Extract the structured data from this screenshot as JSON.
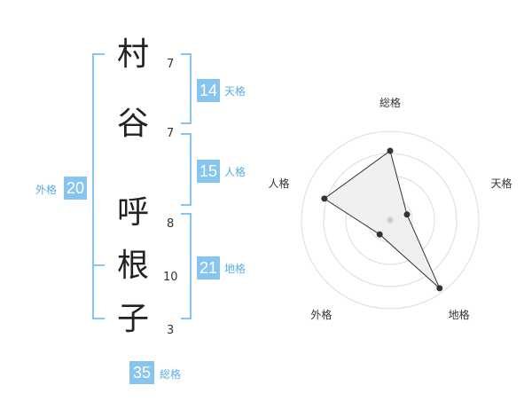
{
  "name": {
    "chars": [
      {
        "char": "村",
        "strokes": "7"
      },
      {
        "char": "谷",
        "strokes": "7"
      },
      {
        "char": "呼",
        "strokes": "8"
      },
      {
        "char": "根",
        "strokes": "10"
      },
      {
        "char": "子",
        "strokes": "3"
      }
    ]
  },
  "fortunes": {
    "ten": {
      "label": "天格",
      "value": "14"
    },
    "jin": {
      "label": "人格",
      "value": "15"
    },
    "chi": {
      "label": "地格",
      "value": "21"
    },
    "gai": {
      "label": "外格",
      "value": "20"
    },
    "sou": {
      "label": "総格",
      "value": "35"
    }
  },
  "colors": {
    "accent": "#86c5ee",
    "label": "#5aaee0"
  },
  "chart_data": {
    "type": "radar",
    "axes": [
      "総格",
      "天格",
      "地格",
      "外格",
      "人格"
    ],
    "values": [
      0.78,
      0.2,
      0.95,
      0.2,
      0.78
    ],
    "range": [
      0,
      1
    ],
    "rings": 4
  }
}
